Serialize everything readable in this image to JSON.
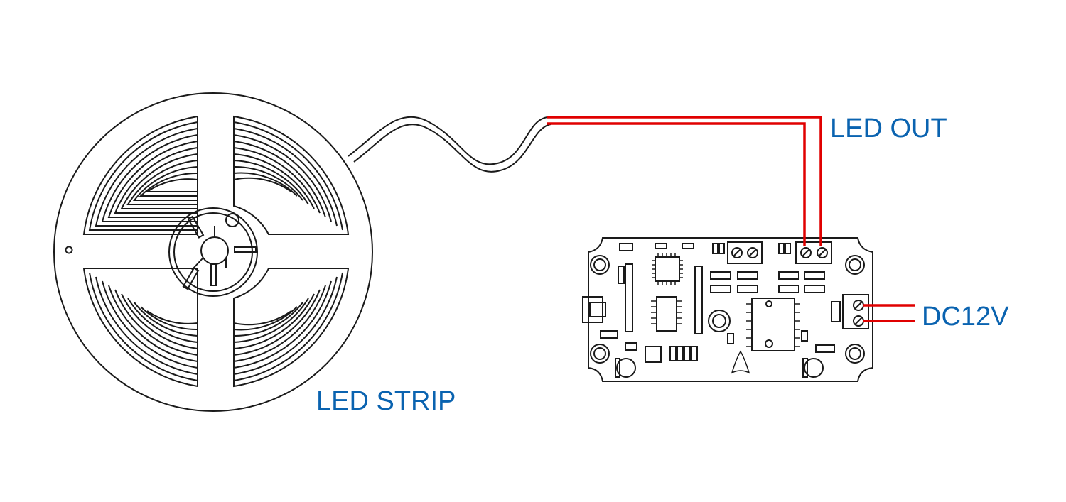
{
  "labels": {
    "led_out": "LED OUT",
    "dc12v": "DC12V",
    "led_strip": "LED STRIP"
  },
  "colors": {
    "label": "#0a63b0",
    "wire": "#e00000",
    "outline": "#1a1a1a",
    "background": "#ffffff"
  },
  "components": {
    "strip_reel_icon": "led-strip-reel",
    "controller_icon": "controller-pcb"
  }
}
